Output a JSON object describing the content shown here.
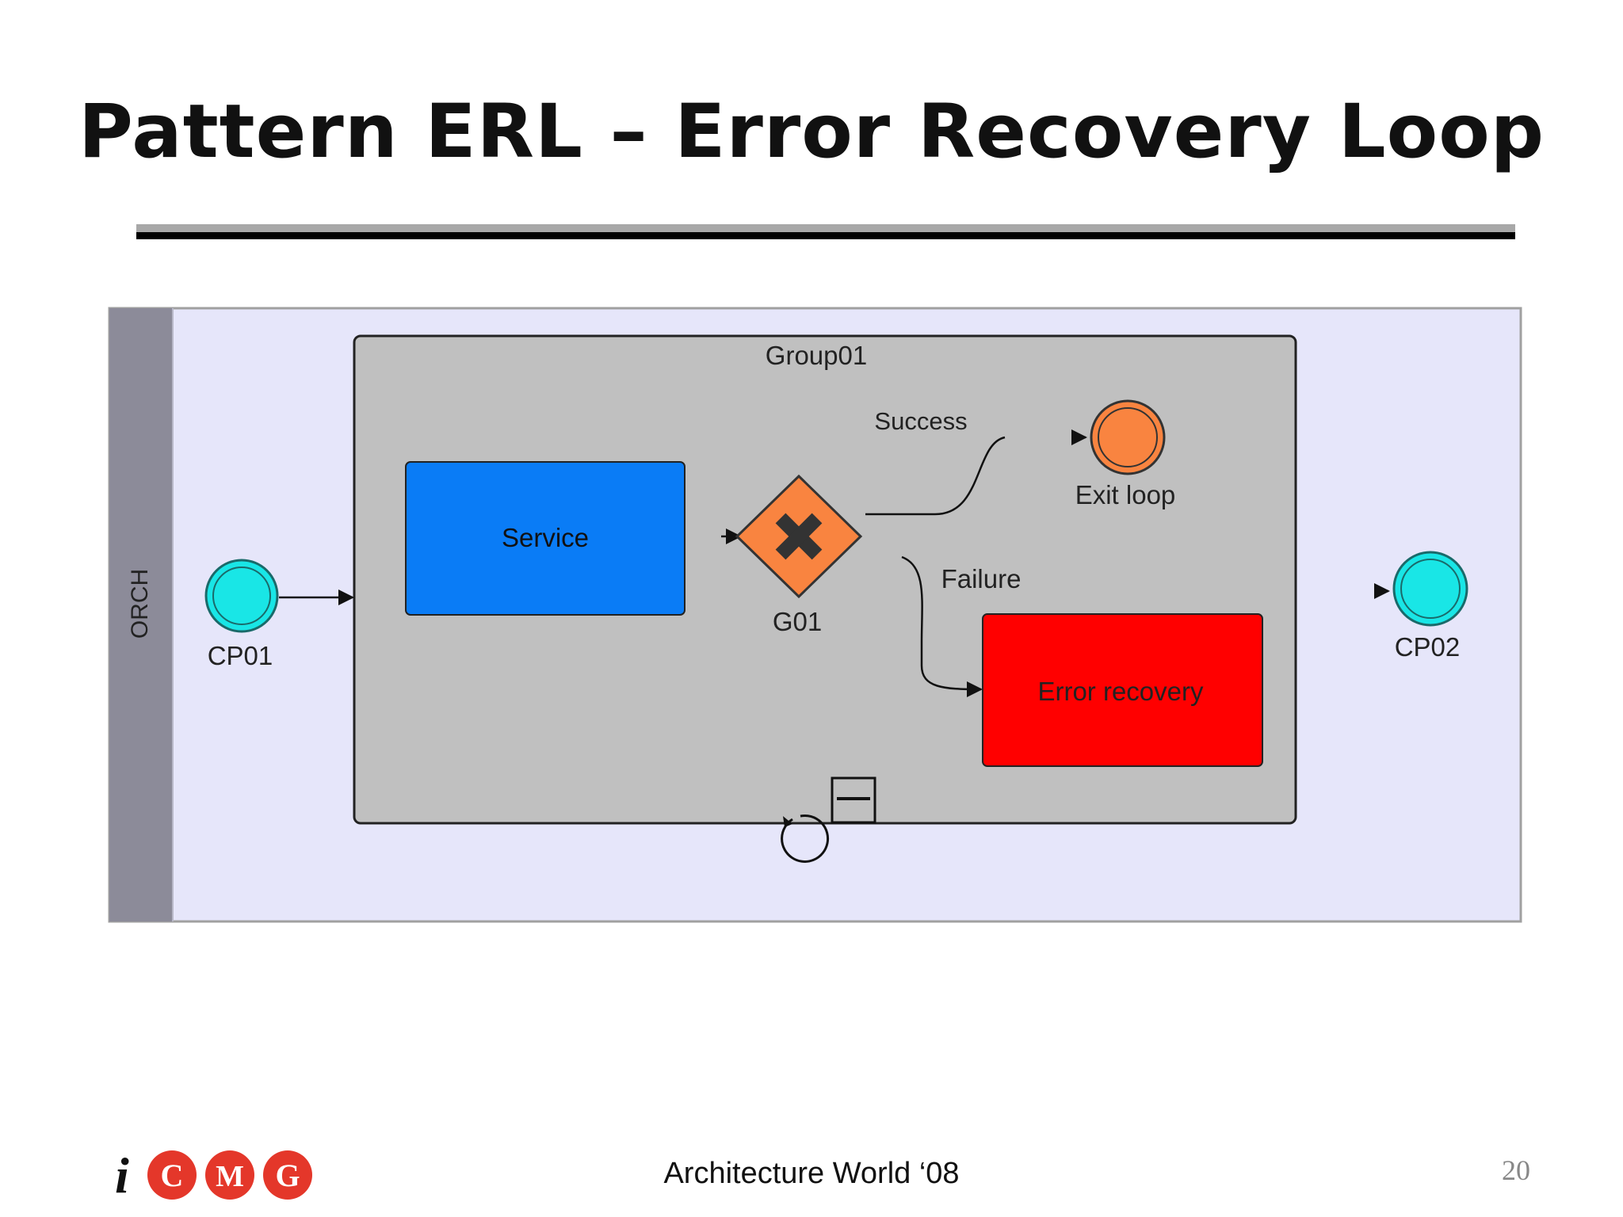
{
  "slide": {
    "title": "Pattern ERL – Error Recovery Loop",
    "footer": "Architecture World ‘08",
    "page_number": "20",
    "logo_text": [
      "i",
      "C",
      "M",
      "G"
    ]
  },
  "diagram": {
    "lane_label": "ORCH",
    "group_label": "Group01",
    "start_event": "CP01",
    "end_event": "CP02",
    "task_service": "Service",
    "gateway": "G01",
    "flow_success": "Success",
    "flow_failure": "Failure",
    "exit_event": "Exit loop",
    "task_error": "Error recovery"
  },
  "colors": {
    "lane_bg": "#e6e6fa",
    "lane_header": "#8c8b99",
    "group_bg": "#c0c0c0",
    "service": "#0a7cf6",
    "error": "#ff0000",
    "gateway": "#f98440",
    "event_start_end": "#19e6e6",
    "event_exit": "#f98440"
  }
}
